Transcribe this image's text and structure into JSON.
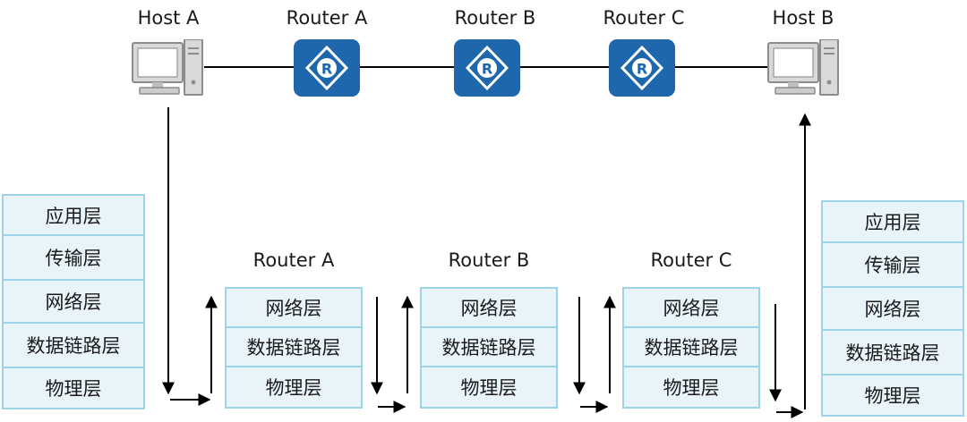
{
  "topology": {
    "host_a": "Host A",
    "router_a": "Router A",
    "router_b": "Router B",
    "router_c": "Router C",
    "host_b": "Host B"
  },
  "layers": {
    "application": "应用层",
    "transport": "传输层",
    "network": "网络层",
    "data_link": "数据链路层",
    "physical": "物理层"
  },
  "stacks": {
    "router_a": "Router A",
    "router_b": "Router B",
    "router_c": "Router C"
  },
  "colors": {
    "router_icon": "#1e67ac",
    "layer_fill": "#e9f4fa",
    "layer_border": "#9cd3e8"
  }
}
